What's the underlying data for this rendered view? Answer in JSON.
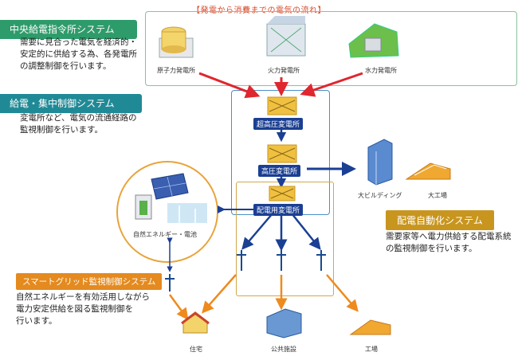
{
  "title": "【発電から消費までの電気の流れ】",
  "sections": {
    "central": {
      "label": "中央給電指令所システム",
      "desc": [
        "需要に見合った電気を経済的・",
        "安定的に供給する為、各発電所",
        "の調整制御を行います。"
      ]
    },
    "transmission": {
      "label": "給電・集中制御システム",
      "desc": [
        "変電所など、電気の流通経路の",
        "監視制御を行います。"
      ]
    },
    "distribution": {
      "label": "配電自動化システム",
      "desc": [
        "需要家等へ電力供給する配電系統",
        "の監視制御を行います。"
      ]
    },
    "smartgrid": {
      "label": "スマートグリッド監視制御システム",
      "desc": [
        "自然エネルギーを有効活用しながら",
        "電力安定供給を図る監視制御を",
        "行います。"
      ]
    }
  },
  "plants": {
    "nuclear": "原子力発電所",
    "thermal": "火力発電所",
    "hydro": "水力発電所"
  },
  "substations": {
    "ultra": "超高圧変電所",
    "high": "高圧変電所",
    "dist": "配電用変電所"
  },
  "consumers": {
    "building": "大ビルディング",
    "factory_large": "大工場",
    "home": "住宅",
    "public": "公共施設",
    "factory": "工場",
    "renewable": "自然エネルギー・電池"
  },
  "colors": {
    "red_arrow": "#e0262e",
    "blue_arrow": "#1a3f93",
    "orange_arrow": "#ee8a1e"
  }
}
